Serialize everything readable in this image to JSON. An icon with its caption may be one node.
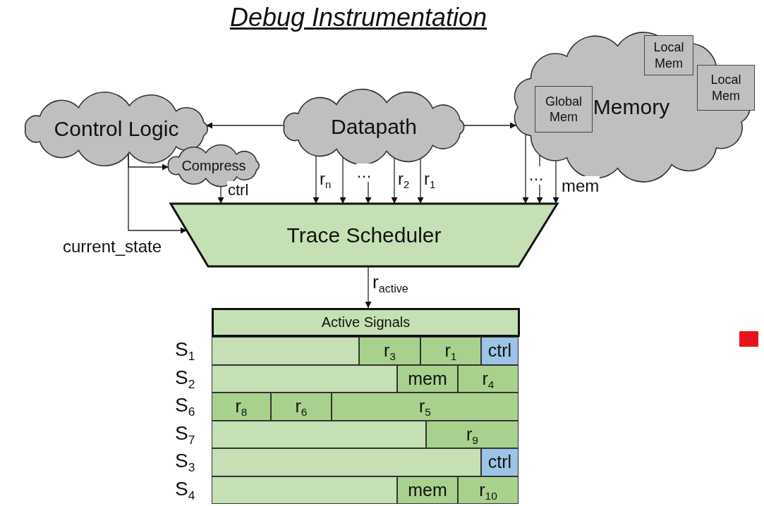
{
  "diagram": {
    "title": "Debug Instrumentation",
    "nodes": [
      {
        "text": [
          "Control Logic"
        ]
      },
      {
        "text": [
          "Datapath"
        ]
      },
      {
        "text": [
          "Memory"
        ]
      },
      {
        "text": [
          "Global Mem"
        ],
        "in": 2
      },
      {
        "text": [
          "Local Mem"
        ],
        "in": 2
      },
      {
        "text": [
          "Local Mem"
        ],
        "in": 2
      },
      {
        "text": [
          "Compress"
        ]
      },
      {
        "text": [
          "Trace Scheduler"
        ]
      },
      {
        "text": [
          "Active Signals"
        ]
      }
    ],
    "edges": [
      {
        "from": 1,
        "to": 0,
        "arrow": "to"
      },
      {
        "from": 1,
        "to": 2,
        "arrow": "to"
      },
      {
        "from": 0,
        "to": 6,
        "arrow": "to"
      },
      {
        "from": 0,
        "to": 7,
        "arrow": "to",
        "label": "current_state"
      },
      {
        "from": 6,
        "to": 7,
        "arrow": "to",
        "label": "ctrl"
      },
      {
        "from": 1,
        "to": 7,
        "arrow": "to",
        "label": "r$_{n}$"
      },
      {
        "from": 1,
        "to": 7,
        "arrow": "to"
      },
      {
        "from": 1,
        "to": 7,
        "arrow": "to"
      },
      {
        "from": 1,
        "to": 7,
        "arrow": "to",
        "label": "r$_{2}$"
      },
      {
        "from": 1,
        "to": 7,
        "arrow": "to",
        "label": "r$_{1}$"
      },
      {
        "from": 2,
        "to": 7,
        "arrow": "to"
      },
      {
        "from": 2,
        "to": 7,
        "arrow": "to"
      },
      {
        "from": 2,
        "to": 7,
        "arrow": "to",
        "label": "mem"
      },
      {
        "from": 7,
        "to": 8,
        "arrow": "to",
        "label": "r$_{active}$"
      }
    ],
    "labels": [
      "…",
      "…",
      "S$_{1}$",
      "r$_{3}$",
      "r$_{1}$",
      "ctrl",
      "S$_{2}$",
      "mem",
      "r$_{4}$",
      "S$_{6}$",
      "r$_{8}$",
      "r$_{6}$",
      "r$_{5}$",
      "S$_{7}$",
      "r$_{9}$",
      "S$_{3}$",
      "ctrl",
      "S$_{4}$",
      "mem",
      "r$_{10}$"
    ]
  }
}
